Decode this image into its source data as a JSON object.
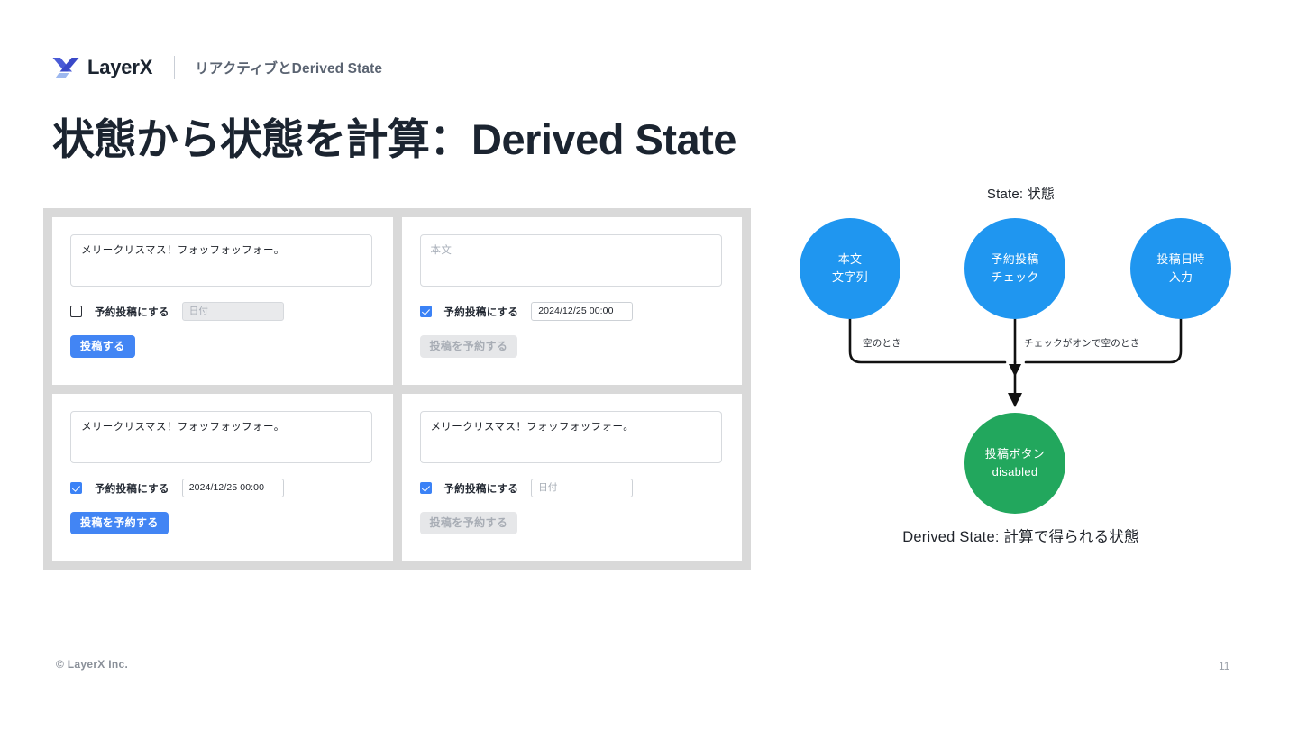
{
  "header": {
    "brand": "LayerX",
    "subtitle": "リアクティブとDerived State",
    "logo_icon": "layerx-logo-icon"
  },
  "title": "状態から状態を計算：Derived State",
  "demo": {
    "cards": [
      {
        "id": "card-unchecked-filled",
        "body_text": "メリークリスマス！フォッフォッフォー。",
        "body_is_placeholder": false,
        "body_placeholder": "本文",
        "checkbox_checked": false,
        "checkbox_label": "予約投稿にする",
        "date_value": "日付",
        "date_is_placeholder": true,
        "date_disabled": true,
        "button_label": "投稿する",
        "button_disabled": false
      },
      {
        "id": "card-checked-empty-body",
        "body_text": "本文",
        "body_is_placeholder": true,
        "body_placeholder": "本文",
        "checkbox_checked": true,
        "checkbox_label": "予約投稿にする",
        "date_value": "2024/12/25 00:00",
        "date_is_placeholder": false,
        "date_disabled": false,
        "button_label": "投稿を予約する",
        "button_disabled": true
      },
      {
        "id": "card-checked-all-filled",
        "body_text": "メリークリスマス！フォッフォッフォー。",
        "body_is_placeholder": false,
        "body_placeholder": "本文",
        "checkbox_checked": true,
        "checkbox_label": "予約投稿にする",
        "date_value": "2024/12/25 00:00",
        "date_is_placeholder": false,
        "date_disabled": false,
        "button_label": "投稿を予約する",
        "button_disabled": false
      },
      {
        "id": "card-checked-empty-date",
        "body_text": "メリークリスマス！フォッフォッフォー。",
        "body_is_placeholder": false,
        "body_placeholder": "本文",
        "checkbox_checked": true,
        "checkbox_label": "予約投稿にする",
        "date_value": "日付",
        "date_is_placeholder": true,
        "date_disabled": false,
        "button_label": "投稿を予約する",
        "button_disabled": true
      }
    ]
  },
  "diagram": {
    "top_caption": "State: 状態",
    "bottom_caption": "Derived State: 計算で得られる状態",
    "state_nodes": [
      {
        "line1": "本文",
        "line2": "文字列",
        "color": "#1f96f0"
      },
      {
        "line1": "予約投稿",
        "line2": "チェック",
        "color": "#1f96f0"
      },
      {
        "line1": "投稿日時",
        "line2": "入力",
        "color": "#1f96f0"
      }
    ],
    "edge_labels": [
      "空のとき",
      "チェックがオンで空のとき"
    ],
    "derived_node": {
      "line1": "投稿ボタン",
      "line2": "disabled",
      "color": "#22a75d"
    }
  },
  "footer": {
    "copyright": "© LayerX Inc.",
    "page_number": "11"
  },
  "colors": {
    "accent_blue": "#4285f4",
    "node_blue": "#1f96f0",
    "node_green": "#22a75d",
    "frame_gray": "#d9d9d9"
  }
}
